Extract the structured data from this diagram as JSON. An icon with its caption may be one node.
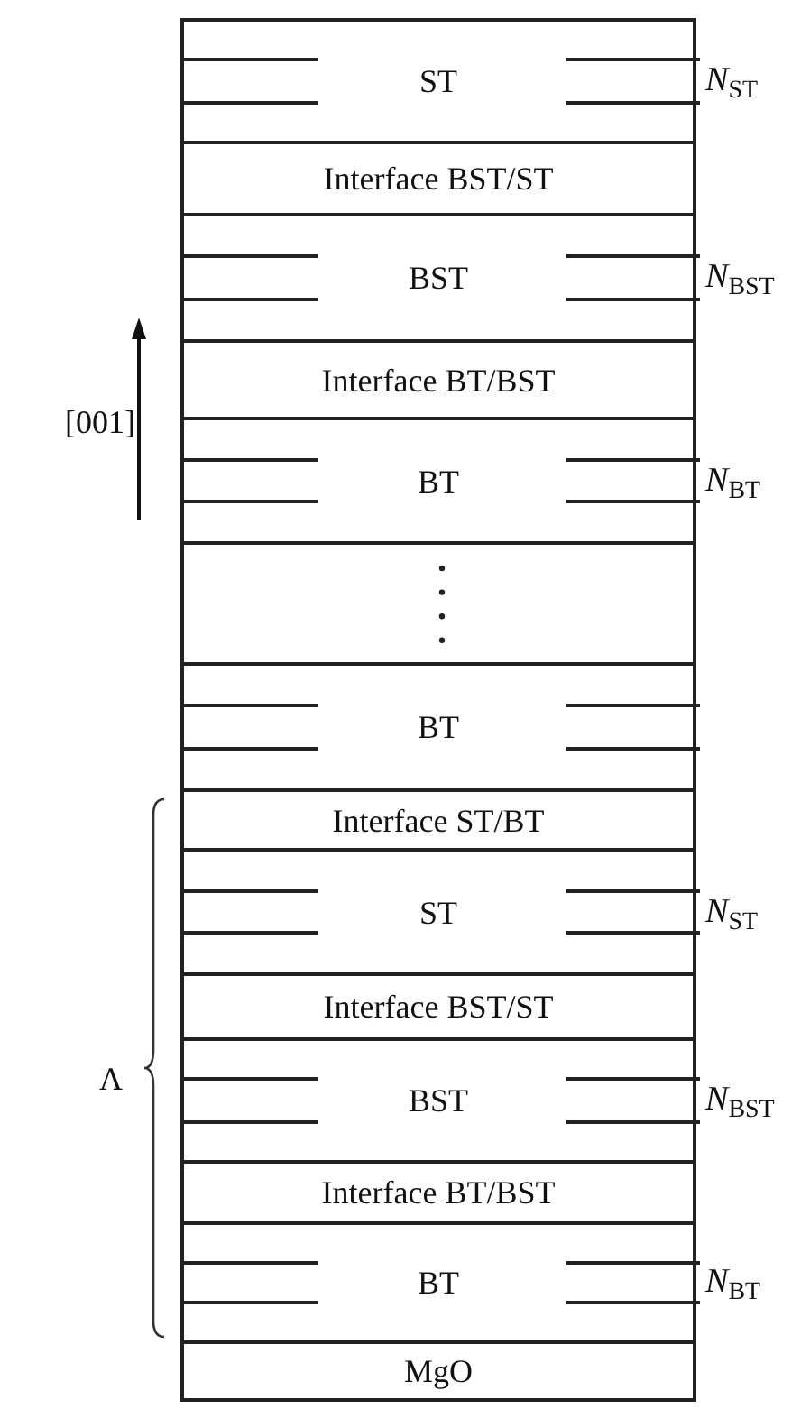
{
  "diagram": {
    "nodes": [
      {
        "text": [
          "ST"
        ],
        "beside": [
          "*N*$_{ST}$"
        ]
      },
      {
        "text": [
          "Interface BST/ST"
        ]
      },
      {
        "text": [
          "BST"
        ],
        "beside": [
          "*N*$_{BST}$"
        ]
      },
      {
        "text": [
          "Interface BT/BST"
        ]
      },
      {
        "text": [
          "BT"
        ],
        "beside": [
          "*N*$_{BT}$"
        ]
      },
      {
        "text": [],
        "shape": "box"
      },
      {
        "text": [
          "BT"
        ]
      },
      {
        "text": [
          "Interface ST/BT"
        ]
      },
      {
        "text": [
          "ST"
        ],
        "beside": [
          "*N*$_{ST}$"
        ]
      },
      {
        "text": [
          "Interface BST/ST"
        ]
      },
      {
        "text": [
          "BST"
        ],
        "beside": [
          "*N*$_{BST}$"
        ]
      },
      {
        "text": [
          "Interface BT/BST"
        ]
      },
      {
        "text": [
          "BT"
        ],
        "beside": [
          "*N*$_{BT}$"
        ]
      },
      {
        "text": [
          "MgO"
        ]
      }
    ],
    "edges": [],
    "labels": [
      "[001]",
      "Λ"
    ]
  }
}
